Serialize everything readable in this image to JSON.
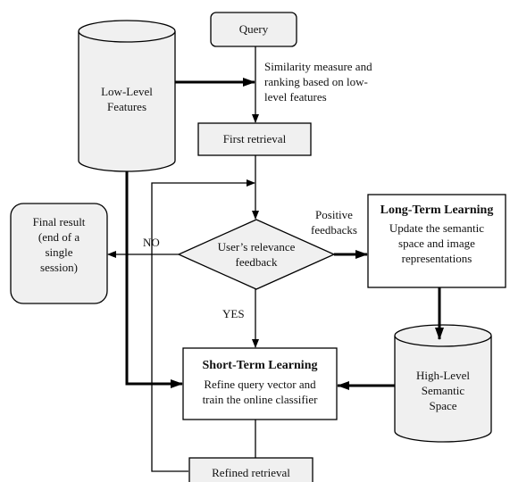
{
  "nodes": {
    "query": "Query",
    "low_level_features": "Low-Level\nFeatures",
    "first_retrieval": "First retrieval",
    "relevance_feedback": "User’s relevance\nfeedback",
    "final_result": "Final result\n(end of a\nsingle\nsession)",
    "long_term_title": "Long-Term Learning",
    "long_term_desc": "Update the semantic\nspace and image\nrepresentations",
    "high_level": "High-Level\nSemantic\nSpace",
    "short_term_title": "Short-Term Learning",
    "short_term_desc": "Refine query vector and\ntrain the online classifier",
    "refined_retrieval": "Refined retrieval"
  },
  "edges": {
    "similarity": "Similarity measure and\nranking based on low-\nlevel features",
    "no": "NO",
    "yes": "YES",
    "positive": "Positive\nfeedbacks"
  }
}
